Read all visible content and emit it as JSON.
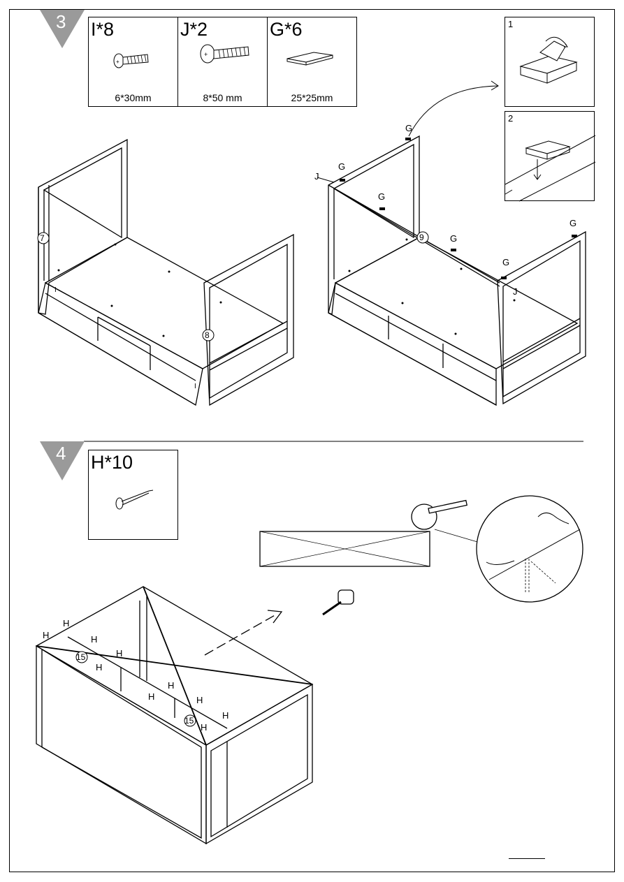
{
  "step3": {
    "number": "3",
    "parts": [
      {
        "code": "I*8",
        "size": "6*30mm",
        "icon": "screw-icon"
      },
      {
        "code": "J*2",
        "size": "8*50 mm",
        "icon": "bolt-icon"
      },
      {
        "code": "G*6",
        "size": "25*25mm",
        "icon": "felt-pad-icon"
      }
    ],
    "detail_numbers": [
      "1",
      "2"
    ],
    "part_refs": {
      "seven": "7",
      "eight": "8",
      "nine": "9"
    },
    "labels": {
      "g": "G",
      "j": "J",
      "i": "I"
    }
  },
  "step4": {
    "number": "4",
    "part": {
      "code": "H*10",
      "icon": "nail-icon"
    },
    "part_refs": {
      "fifteen": "15"
    },
    "labels": {
      "h": "H"
    }
  }
}
